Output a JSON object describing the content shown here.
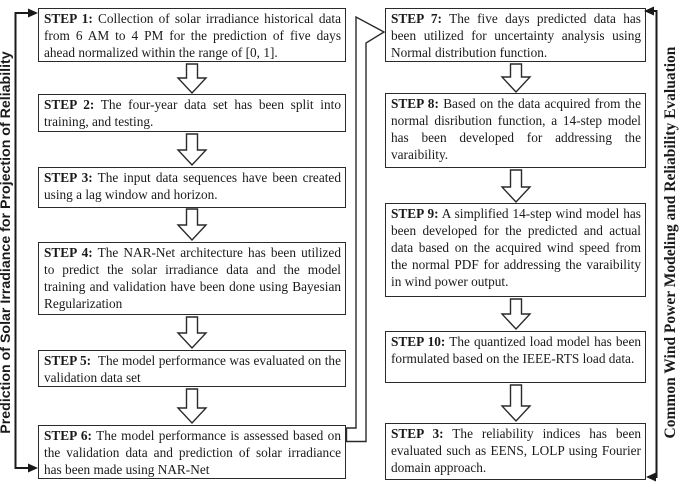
{
  "left_section": {
    "label": "Prediction of Solar Irradiance for Projection of Reliability",
    "steps": [
      {
        "title": "STEP 1:",
        "text": "Collection of solar irradiance historical data from 6 AM to 4 PM for the prediction of five days ahead normalized within the range of [0, 1]."
      },
      {
        "title": "STEP 2:",
        "text": "The four-year data set has been split  into training, and testing."
      },
      {
        "title": "STEP 3:",
        "text": "The input data sequences have been created using a lag window and horizon."
      },
      {
        "title": "STEP 4:",
        "text": "The NAR-Net architecture has been utilized to predict the solar irradiance data and the model training and validation have been done using Bayesian Regularization"
      },
      {
        "title": "STEP 5:",
        "text": "The model performance was evaluated on the validation data set"
      },
      {
        "title": "STEP 6:",
        "text": "The model performance is assessed based on the validation data and prediction of solar irradiance has been made using NAR-Net"
      }
    ]
  },
  "right_section": {
    "label": "Common Wind Power Modeling and Reliability Evaluation",
    "steps": [
      {
        "title": "STEP 7:",
        "text": "The five days predicted data has been utilized for uncertainty analysis using Normal distribution function."
      },
      {
        "title": "STEP 8:",
        "text": "Based on the data acquired from the normal disribution function, a 14-step model has been developed for addressing the varaibility."
      },
      {
        "title": "STEP 9:",
        "text": "A simplified 14-step wind model has been developed for the predicted and actual data based on the acquired wind speed from the normal PDF for addressing the varaibility in wind power output."
      },
      {
        "title": "STEP 10:",
        "text": "The quantized load model has been formulated based on the IEEE-RTS load data."
      },
      {
        "title": "STEP 3:",
        "text": "The reliability indices has been evaluated such as EENS, LOLP using Fourier domain approach."
      }
    ]
  },
  "colors": {
    "ink": "#1a1a1a",
    "background": "#ffffff"
  }
}
